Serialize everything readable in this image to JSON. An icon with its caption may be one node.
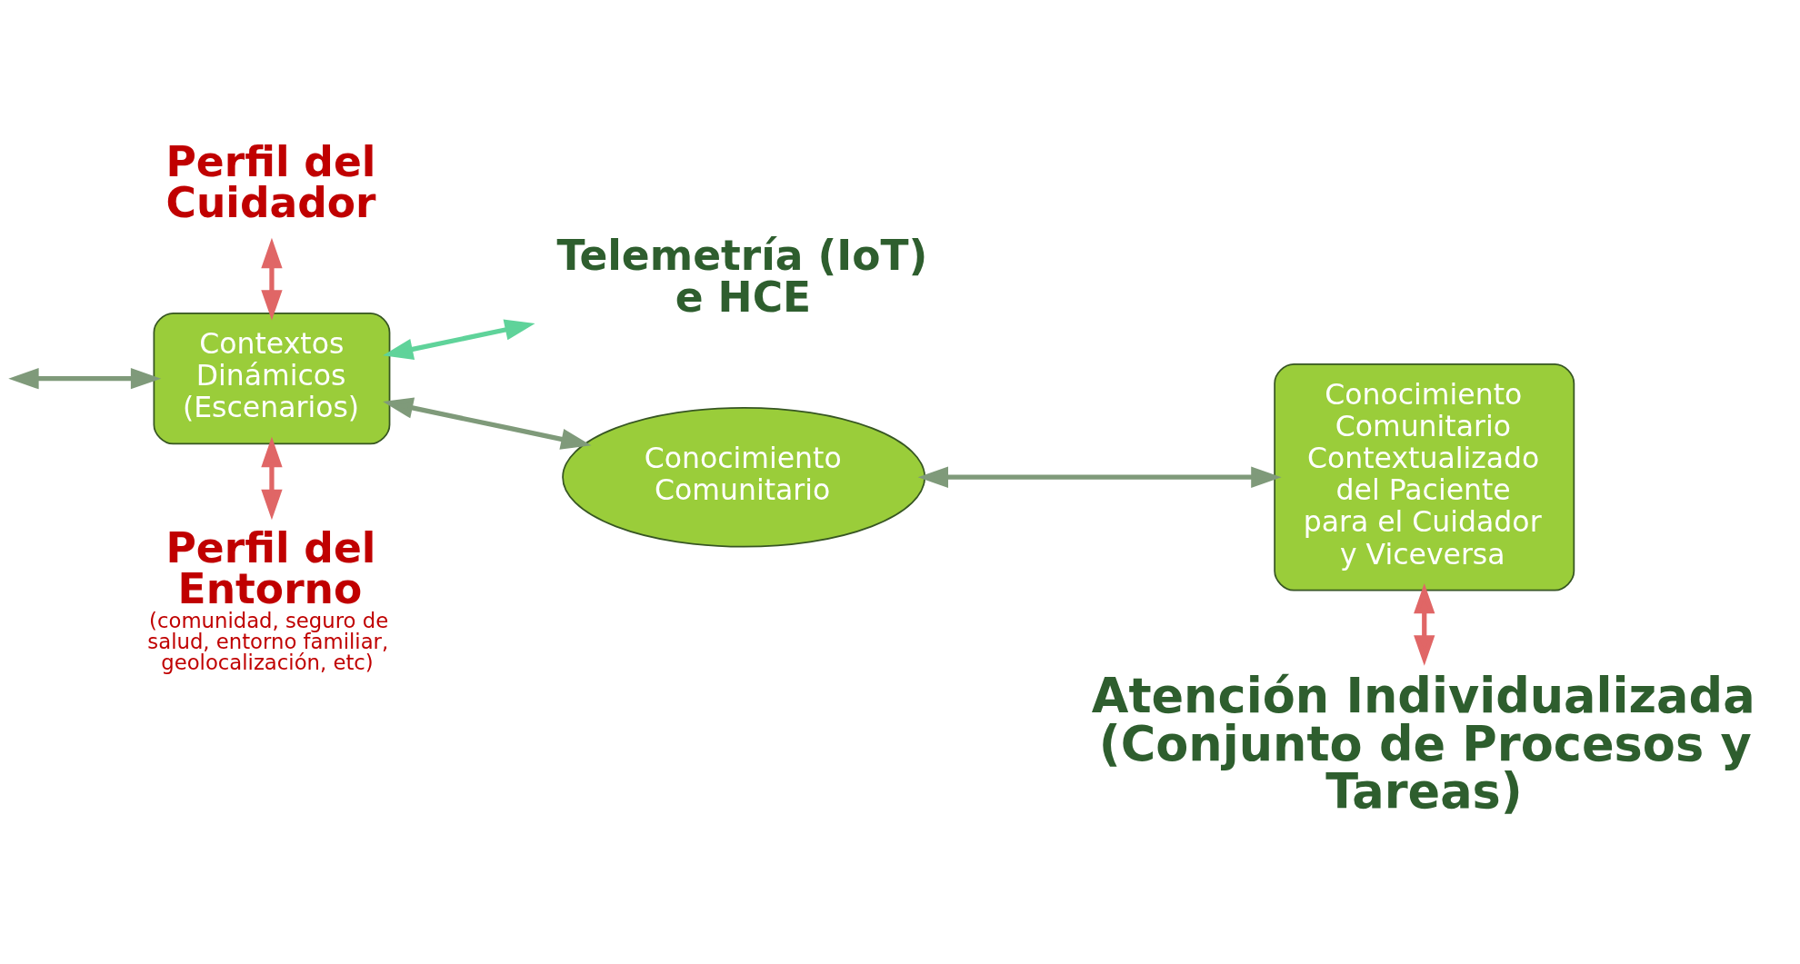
{
  "diagram": {
    "nodes": [
      {
        "text": [
          "Perfil del Cuidador"
        ]
      },
      {
        "text": [
          "Telemetría (IoT) e HCE"
        ]
      },
      {
        "text": [
          "Contextos Dinámicos (Escenarios)"
        ]
      },
      {
        "text": [
          "Conocimiento Comunitario"
        ]
      },
      {
        "text": [
          "Conocimiento Comunitario Contextualizado del Paciente para el Cuidador y Viceversa"
        ]
      },
      {
        "text": [
          "Perfil del Entorno",
          "(comunidad, seguro de salud, entorno familiar, geolocalización, etc)"
        ]
      },
      {
        "text": [
          "Atención Individualizada (Conjunto de Procesos y Tareas)"
        ]
      }
    ],
    "edges": [
      {
        "from": null,
        "to": 2,
        "arrow": "both"
      },
      {
        "from": 0,
        "to": 2,
        "arrow": "both",
        "color": "#e06666"
      },
      {
        "from": 2,
        "to": 1,
        "arrow": "both",
        "color": "#5fd39a"
      },
      {
        "from": 2,
        "to": 3,
        "arrow": "both"
      },
      {
        "from": 3,
        "to": 4,
        "arrow": "both"
      },
      {
        "from": 2,
        "to": 5,
        "arrow": "both",
        "color": "#e06666"
      },
      {
        "from": 4,
        "to": 6,
        "arrow": "both",
        "color": "#e06666"
      }
    ]
  }
}
